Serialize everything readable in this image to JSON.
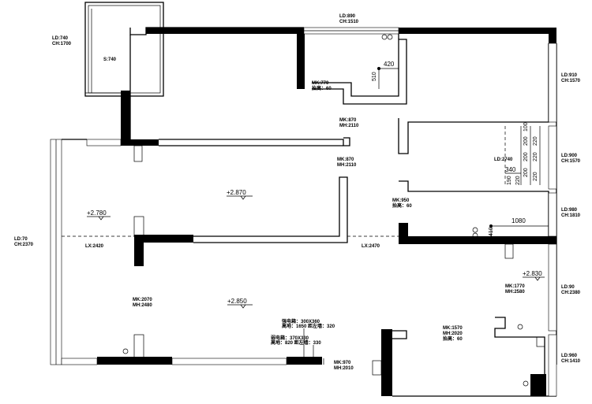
{
  "plan": {
    "levels": [
      "+2.870",
      "+2.780",
      "+2.850",
      "+2.830"
    ],
    "dimensions": [
      "420",
      "510",
      "1080",
      "410",
      "340"
    ],
    "stair_dims": [
      "100",
      "200",
      "200",
      "200",
      "220",
      "100",
      "200",
      "200",
      "200",
      "220",
      "190",
      "220",
      "220"
    ],
    "labels": {
      "ld740": [
        "LD:740",
        "CH:1700"
      ],
      "s740": [
        "S:740"
      ],
      "ld890": [
        "LD:890",
        "CH:1510"
      ],
      "mk770": [
        "MK:770",
        "抬高：60"
      ],
      "ld910": [
        "LD:910",
        "CH:1570"
      ],
      "mk870a": [
        "MK:870",
        "MH:2110"
      ],
      "mk870b": [
        "MK:870",
        "MH:2110"
      ],
      "ld2740": [
        "LD:2740"
      ],
      "ld900": [
        "LD:900",
        "CH:1570"
      ],
      "mk950": [
        "MK:950",
        "抬高：60"
      ],
      "ld980": [
        "LD:980",
        "CH:1810"
      ],
      "ld70": [
        "LD:70",
        "CH:2370"
      ],
      "lx2420": [
        "LX:2420"
      ],
      "lx2470": [
        "LX:2470"
      ],
      "mk1770": [
        "MK:1770",
        "MH:2580"
      ],
      "ld90": [
        "LD:90",
        "CH:2380"
      ],
      "mk2070": [
        "MK:2070",
        "MH:2480"
      ],
      "pipe1": [
        "强电箱：300X360",
        "高地：1650  距左墙：320"
      ],
      "pipe2": [
        "弱电箱：370X330",
        "高地：820  距左墙：330"
      ],
      "mk1570": [
        "MK:1570",
        "MH:2020",
        "抬高：60"
      ],
      "mk970": [
        "MK:970",
        "MH:2010"
      ],
      "ld960": [
        "LD:960",
        "CH:1410"
      ]
    }
  }
}
